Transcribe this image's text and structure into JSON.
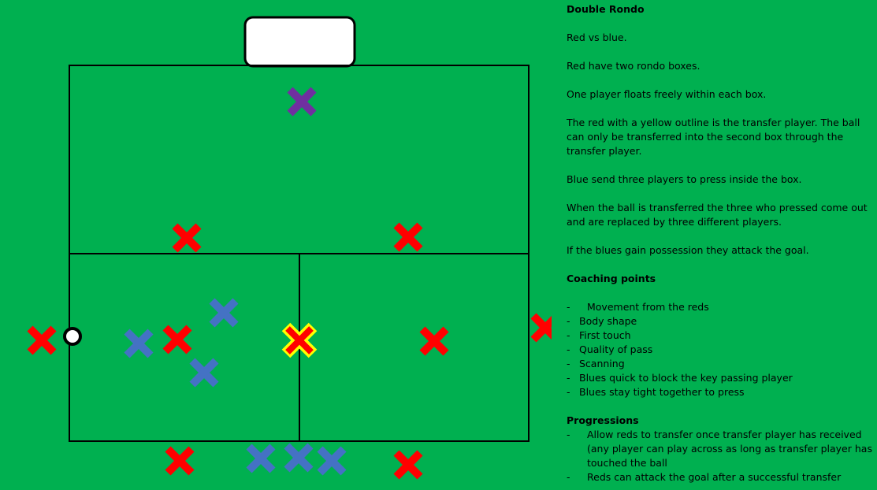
{
  "title": "Double Rondo",
  "paragraphs": [
    "Red vs blue.",
    "Red have two rondo boxes.",
    "One player floats freely within each box.",
    "The red with a yellow outline is the transfer player. The ball can only be transferred into the second box through the transfer player.",
    "Blue send three players to press inside the box.",
    "When the ball is transferred the three who pressed come out and are replaced by three different players.",
    "If the blues gain possession they attack the goal."
  ],
  "coaching": {
    "title": "Coaching points",
    "items": [
      "Movement from the reds",
      "Body shape",
      "First touch",
      "Quality of pass",
      "Scanning",
      "Blues quick to block the key passing player",
      "Blues stay tight together to press"
    ]
  },
  "progressions": {
    "title": "Progressions",
    "items": [
      "Allow reds to transfer once transfer player has received (any player can play across as long as transfer player has touched the ball",
      "Reds can attack the goal after a successful transfer"
    ]
  },
  "colors": {
    "background": "#00b050",
    "red": "#ff0000",
    "blue": "#4472c4",
    "purple": "#7030a0",
    "yellow": "#ffff00",
    "lines": "#000000",
    "goal": "#ffffff"
  }
}
